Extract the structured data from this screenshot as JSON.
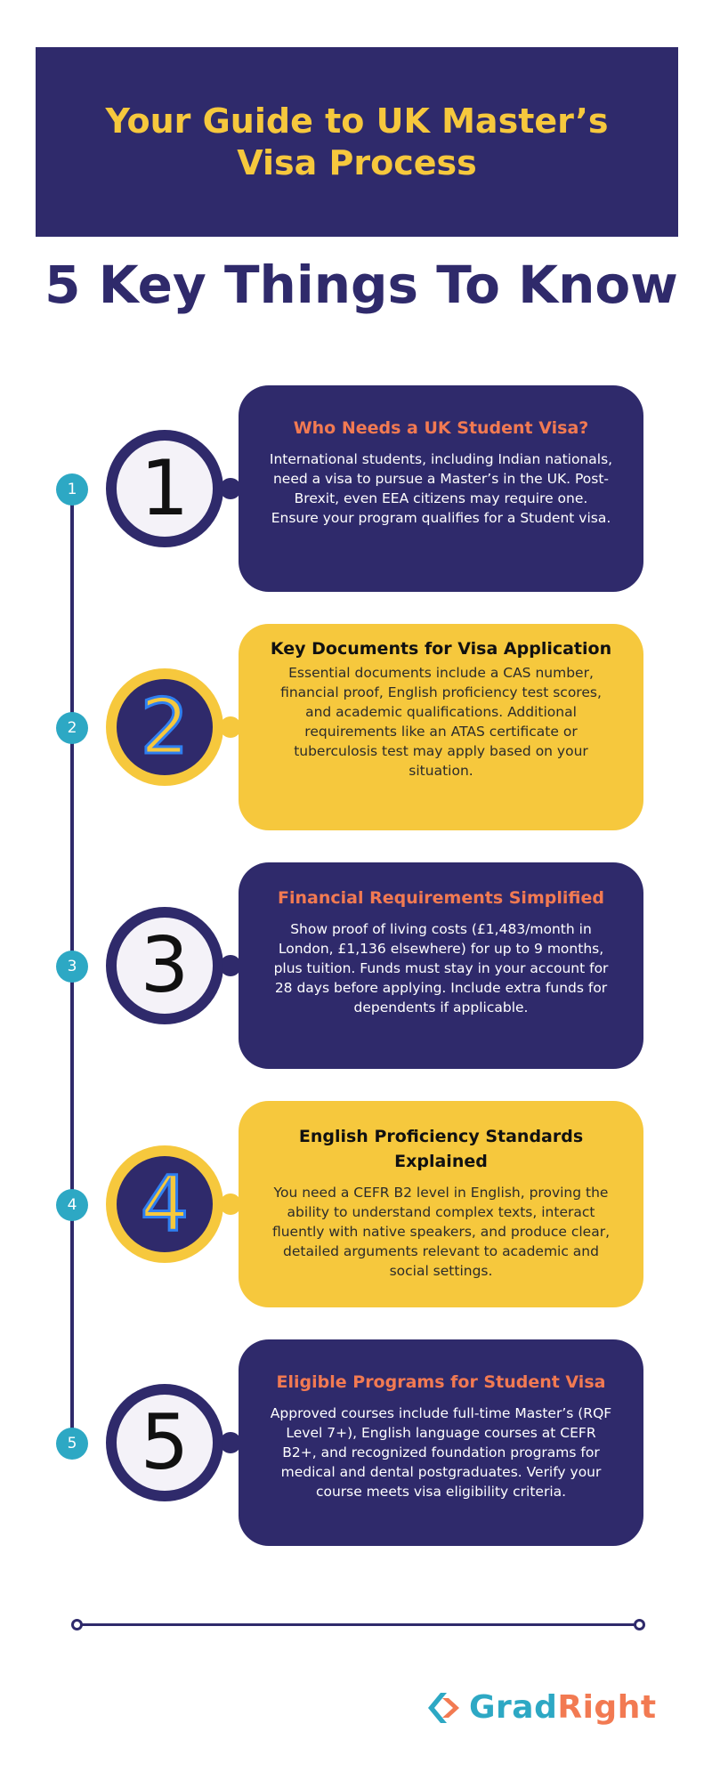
{
  "header": {
    "title": "Your Guide to UK Master’s Visa Process"
  },
  "subtitle": "5 Key Things To Know",
  "colors": {
    "navy": "#2f2a6b",
    "yellow": "#f6c83d",
    "coral": "#f27a52",
    "teal": "#2da8c4"
  },
  "steps": [
    {
      "number": "1",
      "title": "Who Needs a UK Student Visa?",
      "body": "International students, including Indian nationals, need a visa to pursue a Master’s in the UK. Post-Brexit, even EEA citizens may require one. Ensure your program qualifies for a Student visa."
    },
    {
      "number": "2",
      "title": "Key Documents for Visa Application",
      "body": "Essential documents include a CAS number, financial proof, English proficiency test scores, and academic qualifications. Additional requirements like an ATAS certificate or tuberculosis test may apply based on your situation."
    },
    {
      "number": "3",
      "title": "Financial Requirements Simplified",
      "body": "Show proof of living costs (£1,483/month in London, £1,136 elsewhere) for up to 9 months, plus tuition. Funds must stay in your account for 28 days before applying. Include extra funds for dependents if applicable."
    },
    {
      "number": "4",
      "title": "English Proficiency Standards Explained",
      "body": "You need a CEFR B2 level in English, proving the ability to understand complex texts, interact fluently with native speakers, and produce clear, detailed arguments relevant to academic and social settings."
    },
    {
      "number": "5",
      "title": "Eligible Programs for Student Visa",
      "body": "Approved courses include full-time Master’s (RQF Level 7+), English language courses at CEFR B2+, and recognized foundation programs for medical and dental postgraduates. Verify your course meets visa eligibility criteria."
    }
  ],
  "logo": {
    "part1": "Grad",
    "part2": "Right",
    "icon": "gradright-chevron-icon"
  }
}
